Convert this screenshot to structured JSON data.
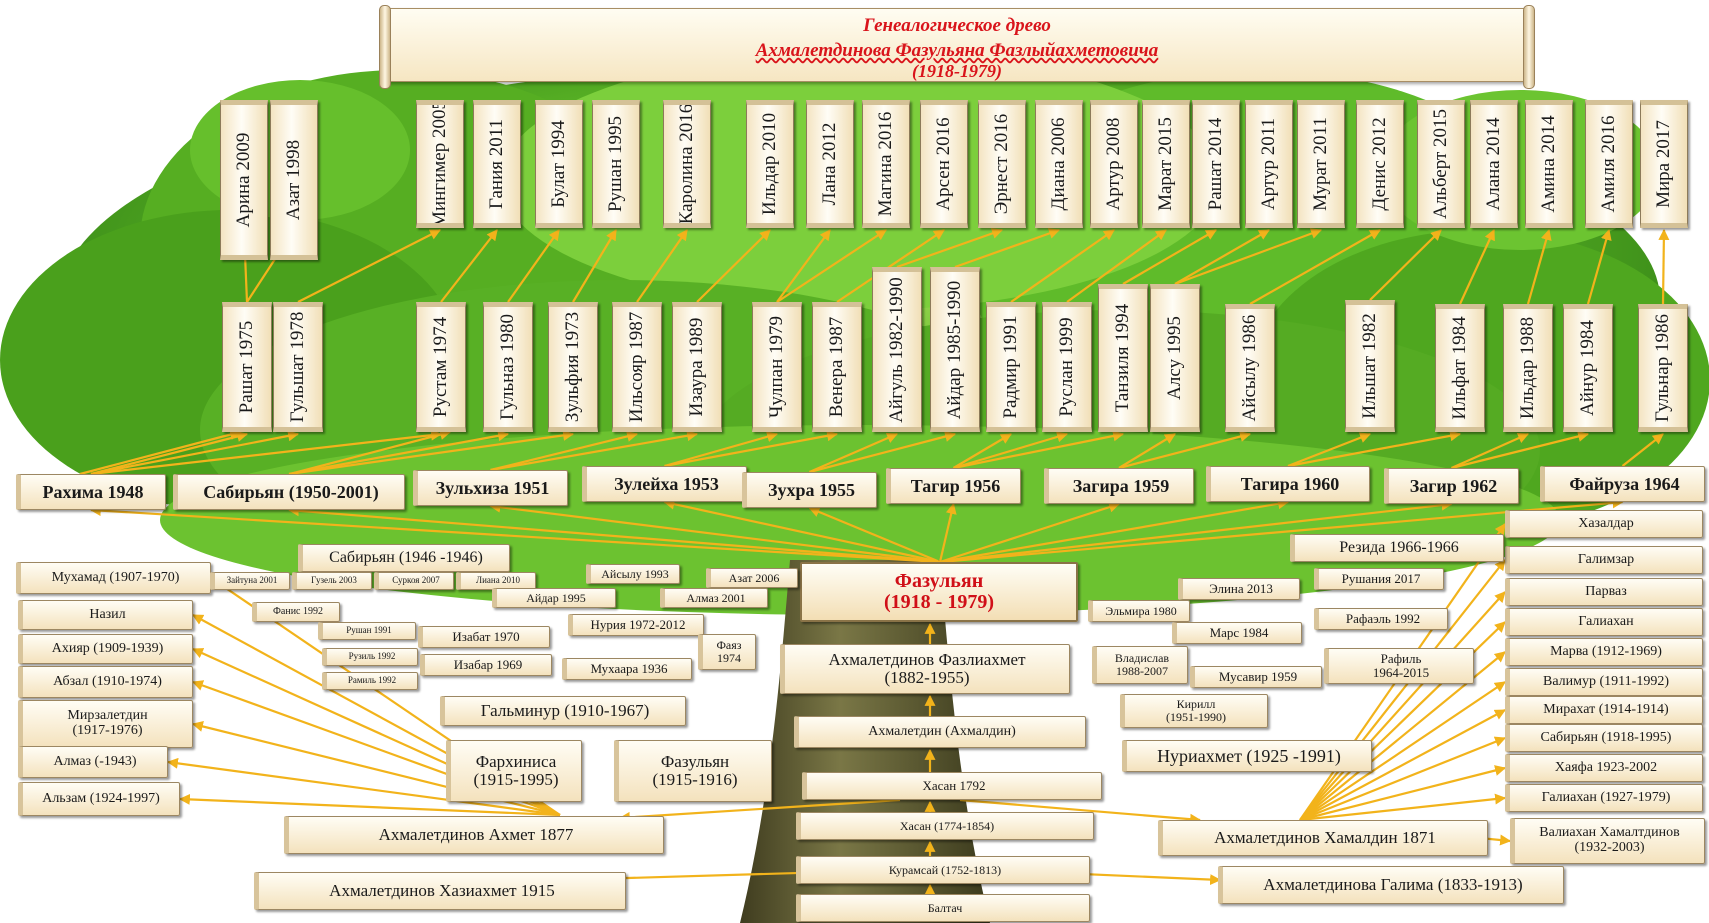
{
  "title": {
    "line1": "Генеалогическое древо",
    "line2": "Ахмалетдинова Фазульяна Фазлыйахметовича",
    "line3": "(1918-1979)"
  },
  "colors": {
    "arrow": "#f2b31b",
    "title_red": "#d9141b",
    "leaf_green": "#5db525",
    "trunk": "#6e6a3a"
  },
  "center_node": {
    "line1": "Фазульян",
    "line2": "(1918 - 1979)"
  },
  "top_row": [
    "Арина 2009",
    "Азат 1998",
    "Мингимер 2005",
    "Гания 2011",
    "Булат 1994",
    "Рушан 1995",
    "Каролина 2016",
    "Ильдар 2010",
    "Лана 2012",
    "Магина 2016",
    "Арсен 2016",
    "Эрнест 2016",
    "Диана 2006",
    "Артур 2008",
    "Марат 2015",
    "Рашат 2014",
    "Артур 2011",
    "Мурат 2011",
    "Денис 2012",
    "Альберт 2015",
    "Алана 2014",
    "Амина 2014",
    "Амиля 2016",
    "Мира 2017"
  ],
  "middle_row": [
    "Рашат 1975",
    "Гульшат 1978",
    "Рустам 1974",
    "Гульназ 1980",
    "Зульфия 1973",
    "Ильсояр 1987",
    "Изаура 1989",
    "Чулпан 1979",
    "Венера 1987",
    "Айгуль 1982-1990",
    "Айдар 1985-1990",
    "Радмир 1991",
    "Руслан 1999",
    "Танзиля 1994",
    "Алсу 1995",
    "Айсылу 1986",
    "Ильшат 1982",
    "Ильфат 1984",
    "Ильдар 1988",
    "Айнур 1984",
    "Гульнар 1986"
  ],
  "children_row": [
    "Рахима 1948",
    "Сабирьян (1950-2001)",
    "Зульхиза 1951",
    "Зулейха 1953",
    "Зухра 1955",
    "Тагир 1956",
    "Загира 1959",
    "Тагира 1960",
    "Загир 1962",
    "Файруза 1964"
  ],
  "left_family": [
    {
      "name": "Мухамад (1907-1970)"
    },
    {
      "name": "Назил"
    },
    {
      "name": "Ахияр (1909-1939)"
    },
    {
      "name": "Абзал (1910-1974)"
    },
    {
      "name": "Мирзалетдин",
      "years": "(1917-1976)"
    },
    {
      "name": "Алмаз (-1943)"
    },
    {
      "name": "Альзам (1924-1997)"
    }
  ],
  "right_family": [
    {
      "name": "Хазалдар"
    },
    {
      "name": "Галимзар"
    },
    {
      "name": "Парваз"
    },
    {
      "name": "Галиахан"
    },
    {
      "name": "Марва (1912-1969)"
    },
    {
      "name": "Валимур (1911-1992)"
    },
    {
      "name": "Мирахат (1914-1914)"
    },
    {
      "name": "Сабирьян (1918-1995)"
    },
    {
      "name": "Хаяфа 1923-2002"
    },
    {
      "name": "Галиахан (1927-1979)"
    },
    {
      "name": "Валиахан Хамалтдинов",
      "years": "(1932-2003)"
    }
  ],
  "inner_left": [
    "Сабирьян (1946 -1946)",
    "Зайтуна 2001",
    "Гузель 2003",
    "Суркоя 2007",
    "Лиана 2010",
    "Айсылу 1993",
    "Азат 2006",
    "Айдар 1995",
    "Алмаз 2001",
    "Фанис 1992",
    "Нурия 1972-2012",
    "Рушан 1991",
    "Изабат 1970",
    "Фаяз",
    "1974",
    "Рузиль 1992",
    "Изабар 1969",
    "Мухаара 1936",
    "Рамиль 1992",
    "Гальминур (1910-1967)",
    "Фархиниса",
    "(1915-1995)",
    "Фазульян",
    "(1915-1916)"
  ],
  "inner_right": [
    "Резида 1966-1966",
    "Элина 2013",
    "Рушания 2017",
    "Эльмира 1980",
    "Марс 1984",
    "Рафаэль 1992",
    "Владислав",
    "1988-2007",
    "Мусавир 1959",
    "Рафиль",
    "1964-2015",
    "Кирилл",
    "(1951-1990)",
    "Нуриахмет (1925 -1991)"
  ],
  "ancestors": {
    "father_name": "Ахмалетдинов Фазлиахмет",
    "father_years": "(1882-1955)",
    "grandfather": "Ахмалетдин (Ахмалдин)",
    "gg1": "Хасан 1792",
    "gg2": "Хасан (1774-1854)",
    "gg3": "Курамсай (1752-1813)",
    "gg4": "Балтач",
    "left1": "Ахмалетдинов Ахмет 1877",
    "left2": "Ахмалетдинов Хазиахмет 1915",
    "right1": "Ахмалетдинов Хамалдин 1871",
    "right2": "Ахмалетдинова Галима (1833-1913)"
  }
}
